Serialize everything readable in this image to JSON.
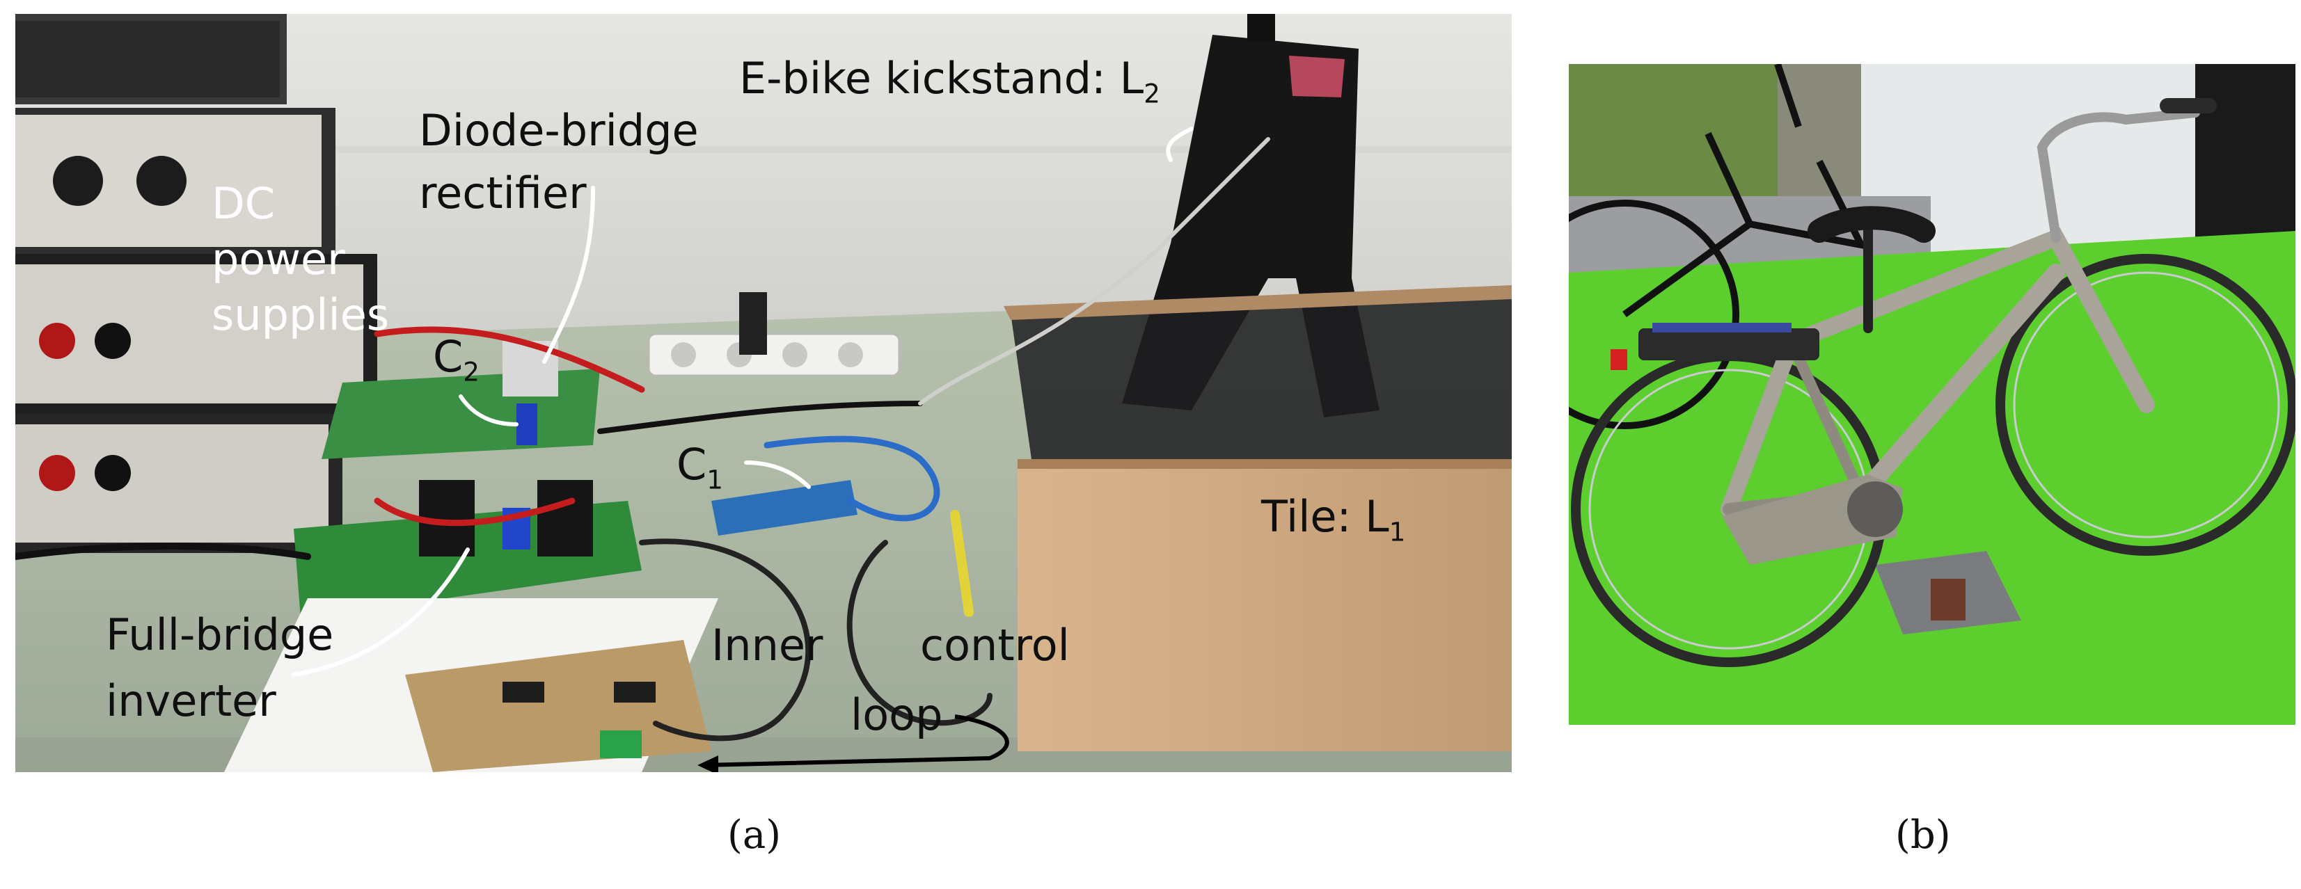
{
  "panels": {
    "a": {
      "labels": {
        "kickstand": "E-bike kickstand: L",
        "kickstand_sub": "2",
        "diode_1": "Diode-bridge",
        "diode_2": "rectifier",
        "dc_1": "DC",
        "dc_2": "power",
        "dc_3": "supplies",
        "c2": "C",
        "c2_sub": "2",
        "c1": "C",
        "c1_sub": "1",
        "tile": "Tile: L",
        "tile_sub": "1",
        "fb_1": "Full-bridge",
        "fb_2": "inverter",
        "inner": "Inner",
        "control": "control",
        "loop": "loop"
      },
      "caption": "(a)"
    },
    "b": {
      "caption": "(b)"
    }
  },
  "colors": {
    "bench": "#b9c4b3",
    "green_floor": "#5ccf2f",
    "pcb_green": "#2f8a3a",
    "kickstand": "#1a1a1a",
    "tile_wood": "#c9a47e"
  }
}
